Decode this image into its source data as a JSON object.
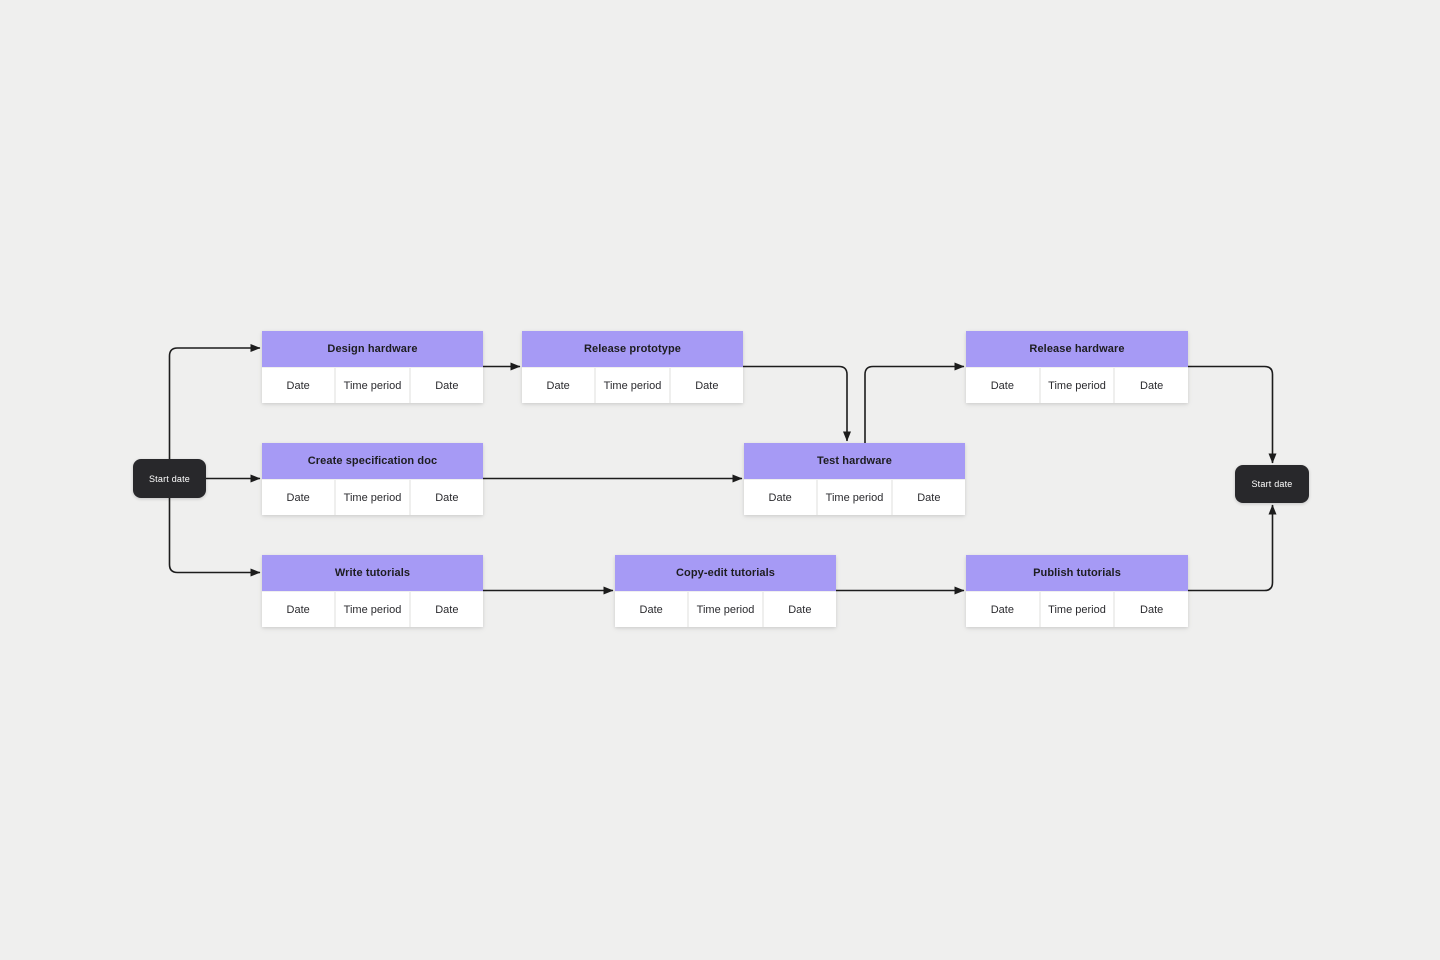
{
  "canvas": {
    "background_color": "#efefee",
    "accent_color": "#a69af5",
    "dark_node_color": "#28282b",
    "connector_color": "#1c1c1c"
  },
  "start_nodes": {
    "left": {
      "label": "Start date"
    },
    "right": {
      "label": "Start date"
    }
  },
  "cards": {
    "design_hardware": {
      "title": "Design hardware",
      "cells": [
        "Date",
        "Time period",
        "Date"
      ]
    },
    "release_prototype": {
      "title": "Release prototype",
      "cells": [
        "Date",
        "Time period",
        "Date"
      ]
    },
    "release_hardware": {
      "title": "Release hardware",
      "cells": [
        "Date",
        "Time period",
        "Date"
      ]
    },
    "create_specification_doc": {
      "title": "Create specification doc",
      "cells": [
        "Date",
        "Time period",
        "Date"
      ]
    },
    "test_hardware": {
      "title": "Test hardware",
      "cells": [
        "Date",
        "Time period",
        "Date"
      ]
    },
    "write_tutorials": {
      "title": "Write tutorials",
      "cells": [
        "Date",
        "Time period",
        "Date"
      ]
    },
    "copy_edit_tutorials": {
      "title": "Copy-edit tutorials",
      "cells": [
        "Date",
        "Time period",
        "Date"
      ]
    },
    "publish_tutorials": {
      "title": "Publish tutorials",
      "cells": [
        "Date",
        "Time period",
        "Date"
      ]
    }
  },
  "edges": [
    {
      "from": "start_left",
      "to": "design_hardware"
    },
    {
      "from": "start_left",
      "to": "create_specification_doc"
    },
    {
      "from": "start_left",
      "to": "write_tutorials"
    },
    {
      "from": "design_hardware",
      "to": "release_prototype"
    },
    {
      "from": "release_prototype",
      "to": "test_hardware"
    },
    {
      "from": "create_specification_doc",
      "to": "test_hardware"
    },
    {
      "from": "test_hardware",
      "to": "release_hardware"
    },
    {
      "from": "release_hardware",
      "to": "start_right"
    },
    {
      "from": "write_tutorials",
      "to": "copy_edit_tutorials"
    },
    {
      "from": "copy_edit_tutorials",
      "to": "publish_tutorials"
    },
    {
      "from": "publish_tutorials",
      "to": "start_right"
    }
  ]
}
